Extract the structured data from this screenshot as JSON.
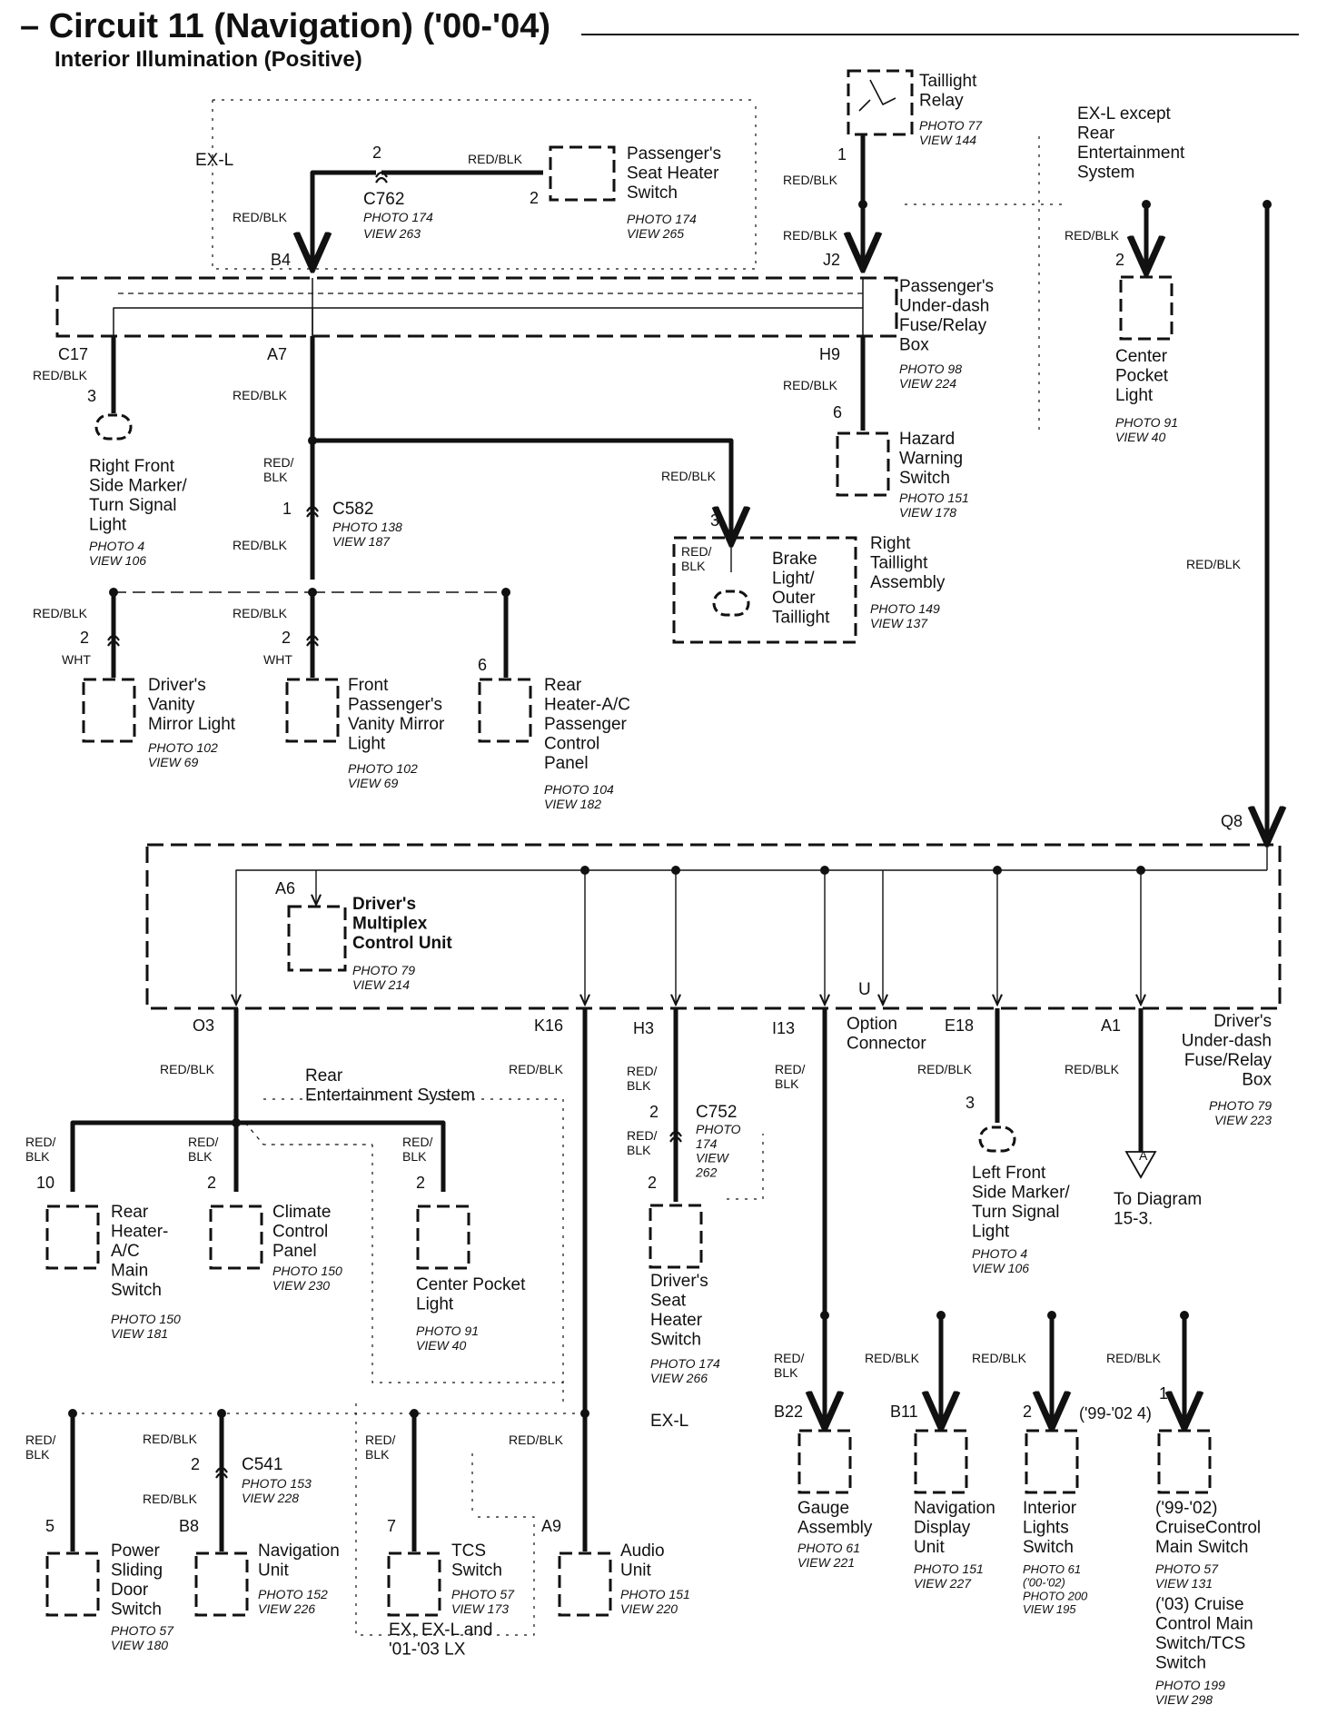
{
  "title": "– Circuit 11 (Navigation) ('00-'04)",
  "subtitle": "Interior Illumination (Positive)",
  "labels": [
    {
      "id": "exl1",
      "t": "EX-L"
    },
    {
      "id": "c762pin",
      "t": "2"
    },
    {
      "id": "c762wire",
      "t": "RED/BLK"
    },
    {
      "id": "c762",
      "t": "C762"
    },
    {
      "id": "c762ph",
      "t": "PHOTO 174"
    },
    {
      "id": "c762vw",
      "t": "VIEW 263"
    },
    {
      "id": "psh2",
      "t": "2"
    },
    {
      "id": "psh",
      "t": "Passenger's\nSeat Heater\nSwitch"
    },
    {
      "id": "pshph",
      "t": "PHOTO 174\nVIEW 265"
    },
    {
      "id": "b4wire",
      "t": "RED/BLK"
    },
    {
      "id": "b4",
      "t": "B4"
    },
    {
      "id": "tlr",
      "t": "Taillight\nRelay"
    },
    {
      "id": "tlrph",
      "t": "PHOTO 77\nVIEW 144"
    },
    {
      "id": "tlr1",
      "t": "1"
    },
    {
      "id": "tlrw1",
      "t": "RED/BLK"
    },
    {
      "id": "tlrw2",
      "t": "RED/BLK"
    },
    {
      "id": "j2",
      "t": "J2"
    },
    {
      "id": "pudfb",
      "t": "Passenger's\nUnder-dash\nFuse/Relay\nBox"
    },
    {
      "id": "pudfbph",
      "t": "PHOTO 98\nVIEW 224"
    },
    {
      "id": "exlexc",
      "t": "EX-L except\nRear\nEntertainment\nSystem"
    },
    {
      "id": "cplw",
      "t": "RED/BLK"
    },
    {
      "id": "cpl2",
      "t": "2"
    },
    {
      "id": "cpl",
      "t": "Center\nPocket\nLight"
    },
    {
      "id": "cplph",
      "t": "PHOTO 91\nVIEW 40"
    },
    {
      "id": "c17",
      "t": "C17"
    },
    {
      "id": "c17w",
      "t": "RED/BLK"
    },
    {
      "id": "c17p",
      "t": "3"
    },
    {
      "id": "rfsm",
      "t": "Right Front\nSide Marker/\nTurn Signal\nLight"
    },
    {
      "id": "rfsmph",
      "t": "PHOTO 4\nVIEW 106"
    },
    {
      "id": "a7",
      "t": "A7"
    },
    {
      "id": "a7w",
      "t": "RED/BLK"
    },
    {
      "id": "h9",
      "t": "H9"
    },
    {
      "id": "h9w",
      "t": "RED/BLK"
    },
    {
      "id": "hws6",
      "t": "6"
    },
    {
      "id": "hws",
      "t": "Hazard\nWarning\nSwitch"
    },
    {
      "id": "hwsph",
      "t": "PHOTO 151\nVIEW 178"
    },
    {
      "id": "c582w",
      "t": "RED/\nBLK"
    },
    {
      "id": "c582p",
      "t": "1"
    },
    {
      "id": "c582",
      "t": "C582"
    },
    {
      "id": "c582ph",
      "t": "PHOTO 138\nVIEW 187"
    },
    {
      "id": "c582w2",
      "t": "RED/BLK"
    },
    {
      "id": "rtaw",
      "t": "RED/BLK"
    },
    {
      "id": "rta3",
      "t": "3"
    },
    {
      "id": "rtaw2",
      "t": "RED/\nBLK"
    },
    {
      "id": "blot",
      "t": "Brake\nLight/\nOuter\nTaillight"
    },
    {
      "id": "rta",
      "t": "Right\nTaillight\nAssembly"
    },
    {
      "id": "rtaph",
      "t": "PHOTO 149\nVIEW 137"
    },
    {
      "id": "rbw",
      "t": "RED/BLK"
    },
    {
      "id": "dvw",
      "t": "RED/BLK"
    },
    {
      "id": "dvp",
      "t": "2"
    },
    {
      "id": "dvwht",
      "t": "WHT"
    },
    {
      "id": "dvml",
      "t": "Driver's\nVanity\nMirror Light"
    },
    {
      "id": "dvmlph",
      "t": "PHOTO 102\nVIEW 69"
    },
    {
      "id": "fpw",
      "t": "RED/BLK"
    },
    {
      "id": "fpp",
      "t": "2"
    },
    {
      "id": "fpwht",
      "t": "WHT"
    },
    {
      "id": "fpvm",
      "t": "Front\nPassenger's\nVanity Mirror\nLight"
    },
    {
      "id": "fpvmph",
      "t": "PHOTO 102\nVIEW 69"
    },
    {
      "id": "rhp6",
      "t": "6"
    },
    {
      "id": "rhpcp",
      "t": "Rear\nHeater-A/C\nPassenger\nControl\nPanel"
    },
    {
      "id": "rhpcpph",
      "t": "PHOTO 104\nVIEW 182"
    },
    {
      "id": "q8",
      "t": "Q8"
    },
    {
      "id": "bwq8",
      "t": "RED/BLK"
    },
    {
      "id": "a6",
      "t": "A6"
    },
    {
      "id": "dmcu",
      "t": "Driver's\nMultiplex\nControl Unit"
    },
    {
      "id": "dmcuph",
      "t": "PHOTO 79\nVIEW 214"
    },
    {
      "id": "u",
      "t": "U"
    },
    {
      "id": "o3",
      "t": "O3"
    },
    {
      "id": "k16",
      "t": "K16"
    },
    {
      "id": "h3",
      "t": "H3"
    },
    {
      "id": "i13",
      "t": "I13"
    },
    {
      "id": "optc",
      "t": "Option\nConnector"
    },
    {
      "id": "e18",
      "t": "E18"
    },
    {
      "id": "a1",
      "t": "A1"
    },
    {
      "id": "dudfb",
      "t": "Driver's\nUnder-dash\nFuse/Relay\nBox"
    },
    {
      "id": "dudfbph",
      "t": "PHOTO 79\nVIEW 223"
    },
    {
      "id": "o3w",
      "t": "RED/BLK"
    },
    {
      "id": "res",
      "t": "Rear\nEntertainment System"
    },
    {
      "id": "k16w",
      "t": "RED/BLK"
    },
    {
      "id": "h3w",
      "t": "RED/\nBLK"
    },
    {
      "id": "c752p",
      "t": "2"
    },
    {
      "id": "c752",
      "t": "C752"
    },
    {
      "id": "c752ph",
      "t": "PHOTO\n174\nVIEW\n262"
    },
    {
      "id": "h3w2",
      "t": "RED/\nBLK"
    },
    {
      "id": "dshp2",
      "t": "2"
    },
    {
      "id": "dshs",
      "t": "Driver's\nSeat\nHeater\nSwitch"
    },
    {
      "id": "dshsph",
      "t": "PHOTO 174\nVIEW 266"
    },
    {
      "id": "i13w",
      "t": "RED/\nBLK"
    },
    {
      "id": "e18w",
      "t": "RED/BLK"
    },
    {
      "id": "lf3",
      "t": "3"
    },
    {
      "id": "lfsm",
      "t": "Left Front\nSide Marker/\nTurn Signal\nLight"
    },
    {
      "id": "lfsmph",
      "t": "PHOTO 4\nVIEW 106"
    },
    {
      "id": "a1w",
      "t": "RED/BLK"
    },
    {
      "id": "tod",
      "t": "To Diagram\n15-3."
    },
    {
      "id": "tri",
      "t": "A"
    },
    {
      "id": "rham_w",
      "t": "RED/\nBLK"
    },
    {
      "id": "rham_p",
      "t": "10"
    },
    {
      "id": "rham",
      "t": "Rear\nHeater-\nA/C\nMain\nSwitch"
    },
    {
      "id": "rhamph",
      "t": "PHOTO 150\nVIEW 181"
    },
    {
      "id": "ccp_w",
      "t": "RED/\nBLK"
    },
    {
      "id": "ccp_p",
      "t": "2"
    },
    {
      "id": "ccp",
      "t": "Climate\nControl\nPanel"
    },
    {
      "id": "ccpph",
      "t": "PHOTO 150\nVIEW 230"
    },
    {
      "id": "cpl2_w",
      "t": "RED/\nBLK"
    },
    {
      "id": "cpl2_p",
      "t": "2"
    },
    {
      "id": "cpl2n",
      "t": "Center Pocket\nLight"
    },
    {
      "id": "cpl2ph",
      "t": "PHOTO 91\nVIEW 40"
    },
    {
      "id": "exl2",
      "t": "EX-L"
    },
    {
      "id": "b22w",
      "t": "RED/\nBLK"
    },
    {
      "id": "b22",
      "t": "B22"
    },
    {
      "id": "ga",
      "t": "Gauge\nAssembly"
    },
    {
      "id": "gaph",
      "t": "PHOTO 61\nVIEW 221"
    },
    {
      "id": "b11w",
      "t": "RED/BLK"
    },
    {
      "id": "b11",
      "t": "B11"
    },
    {
      "id": "ndu",
      "t": "Navigation\nDisplay\nUnit"
    },
    {
      "id": "nduph",
      "t": "PHOTO 151\nVIEW 227"
    },
    {
      "id": "ilsw",
      "t": "RED/BLK"
    },
    {
      "id": "ils2",
      "t": "2"
    },
    {
      "id": "ils",
      "t": "Interior\nLights\nSwitch"
    },
    {
      "id": "ilsph",
      "t": "PHOTO 61\n('00-'02)\nPHOTO 200\nVIEW 195"
    },
    {
      "id": "ccw",
      "t": "RED/BLK"
    },
    {
      "id": "cc1",
      "t": "1"
    },
    {
      "id": "cc9902",
      "t": "('99-'02 4)"
    },
    {
      "id": "cc",
      "t": "('99-'02)\nCruiseControl\nMain Switch"
    },
    {
      "id": "ccph",
      "t": "PHOTO 57\nVIEW 131"
    },
    {
      "id": "cc03",
      "t": "('03) Cruise\nControl Main\nSwitch/TCS\nSwitch"
    },
    {
      "id": "cc03ph",
      "t": "PHOTO 199\nVIEW 298"
    },
    {
      "id": "psdw",
      "t": "RED/\nBLK"
    },
    {
      "id": "psd5",
      "t": "5"
    },
    {
      "id": "psd",
      "t": "Power\nSliding\nDoor\nSwitch"
    },
    {
      "id": "psdph",
      "t": "PHOTO 57\nVIEW 180"
    },
    {
      "id": "c541w",
      "t": "RED/BLK"
    },
    {
      "id": "c541p",
      "t": "2"
    },
    {
      "id": "c541",
      "t": "C541"
    },
    {
      "id": "c541ph",
      "t": "PHOTO 153\nVIEW 228"
    },
    {
      "id": "c541w2",
      "t": "RED/BLK"
    },
    {
      "id": "b8",
      "t": "B8"
    },
    {
      "id": "nu",
      "t": "Navigation\nUnit"
    },
    {
      "id": "nuph",
      "t": "PHOTO 152\nVIEW 226"
    },
    {
      "id": "tcsw",
      "t": "RED/\nBLK"
    },
    {
      "id": "tcs7",
      "t": "7"
    },
    {
      "id": "tcs",
      "t": "TCS\nSwitch"
    },
    {
      "id": "tcsph",
      "t": "PHOTO 57\nVIEW 173"
    },
    {
      "id": "tcsnote",
      "t": "EX, EX-L and\n'01-'03 LX"
    },
    {
      "id": "auw",
      "t": "RED/BLK"
    },
    {
      "id": "a9",
      "t": "A9"
    },
    {
      "id": "au",
      "t": "Audio\nUnit"
    },
    {
      "id": "auph",
      "t": "PHOTO 151\nVIEW 220"
    }
  ]
}
